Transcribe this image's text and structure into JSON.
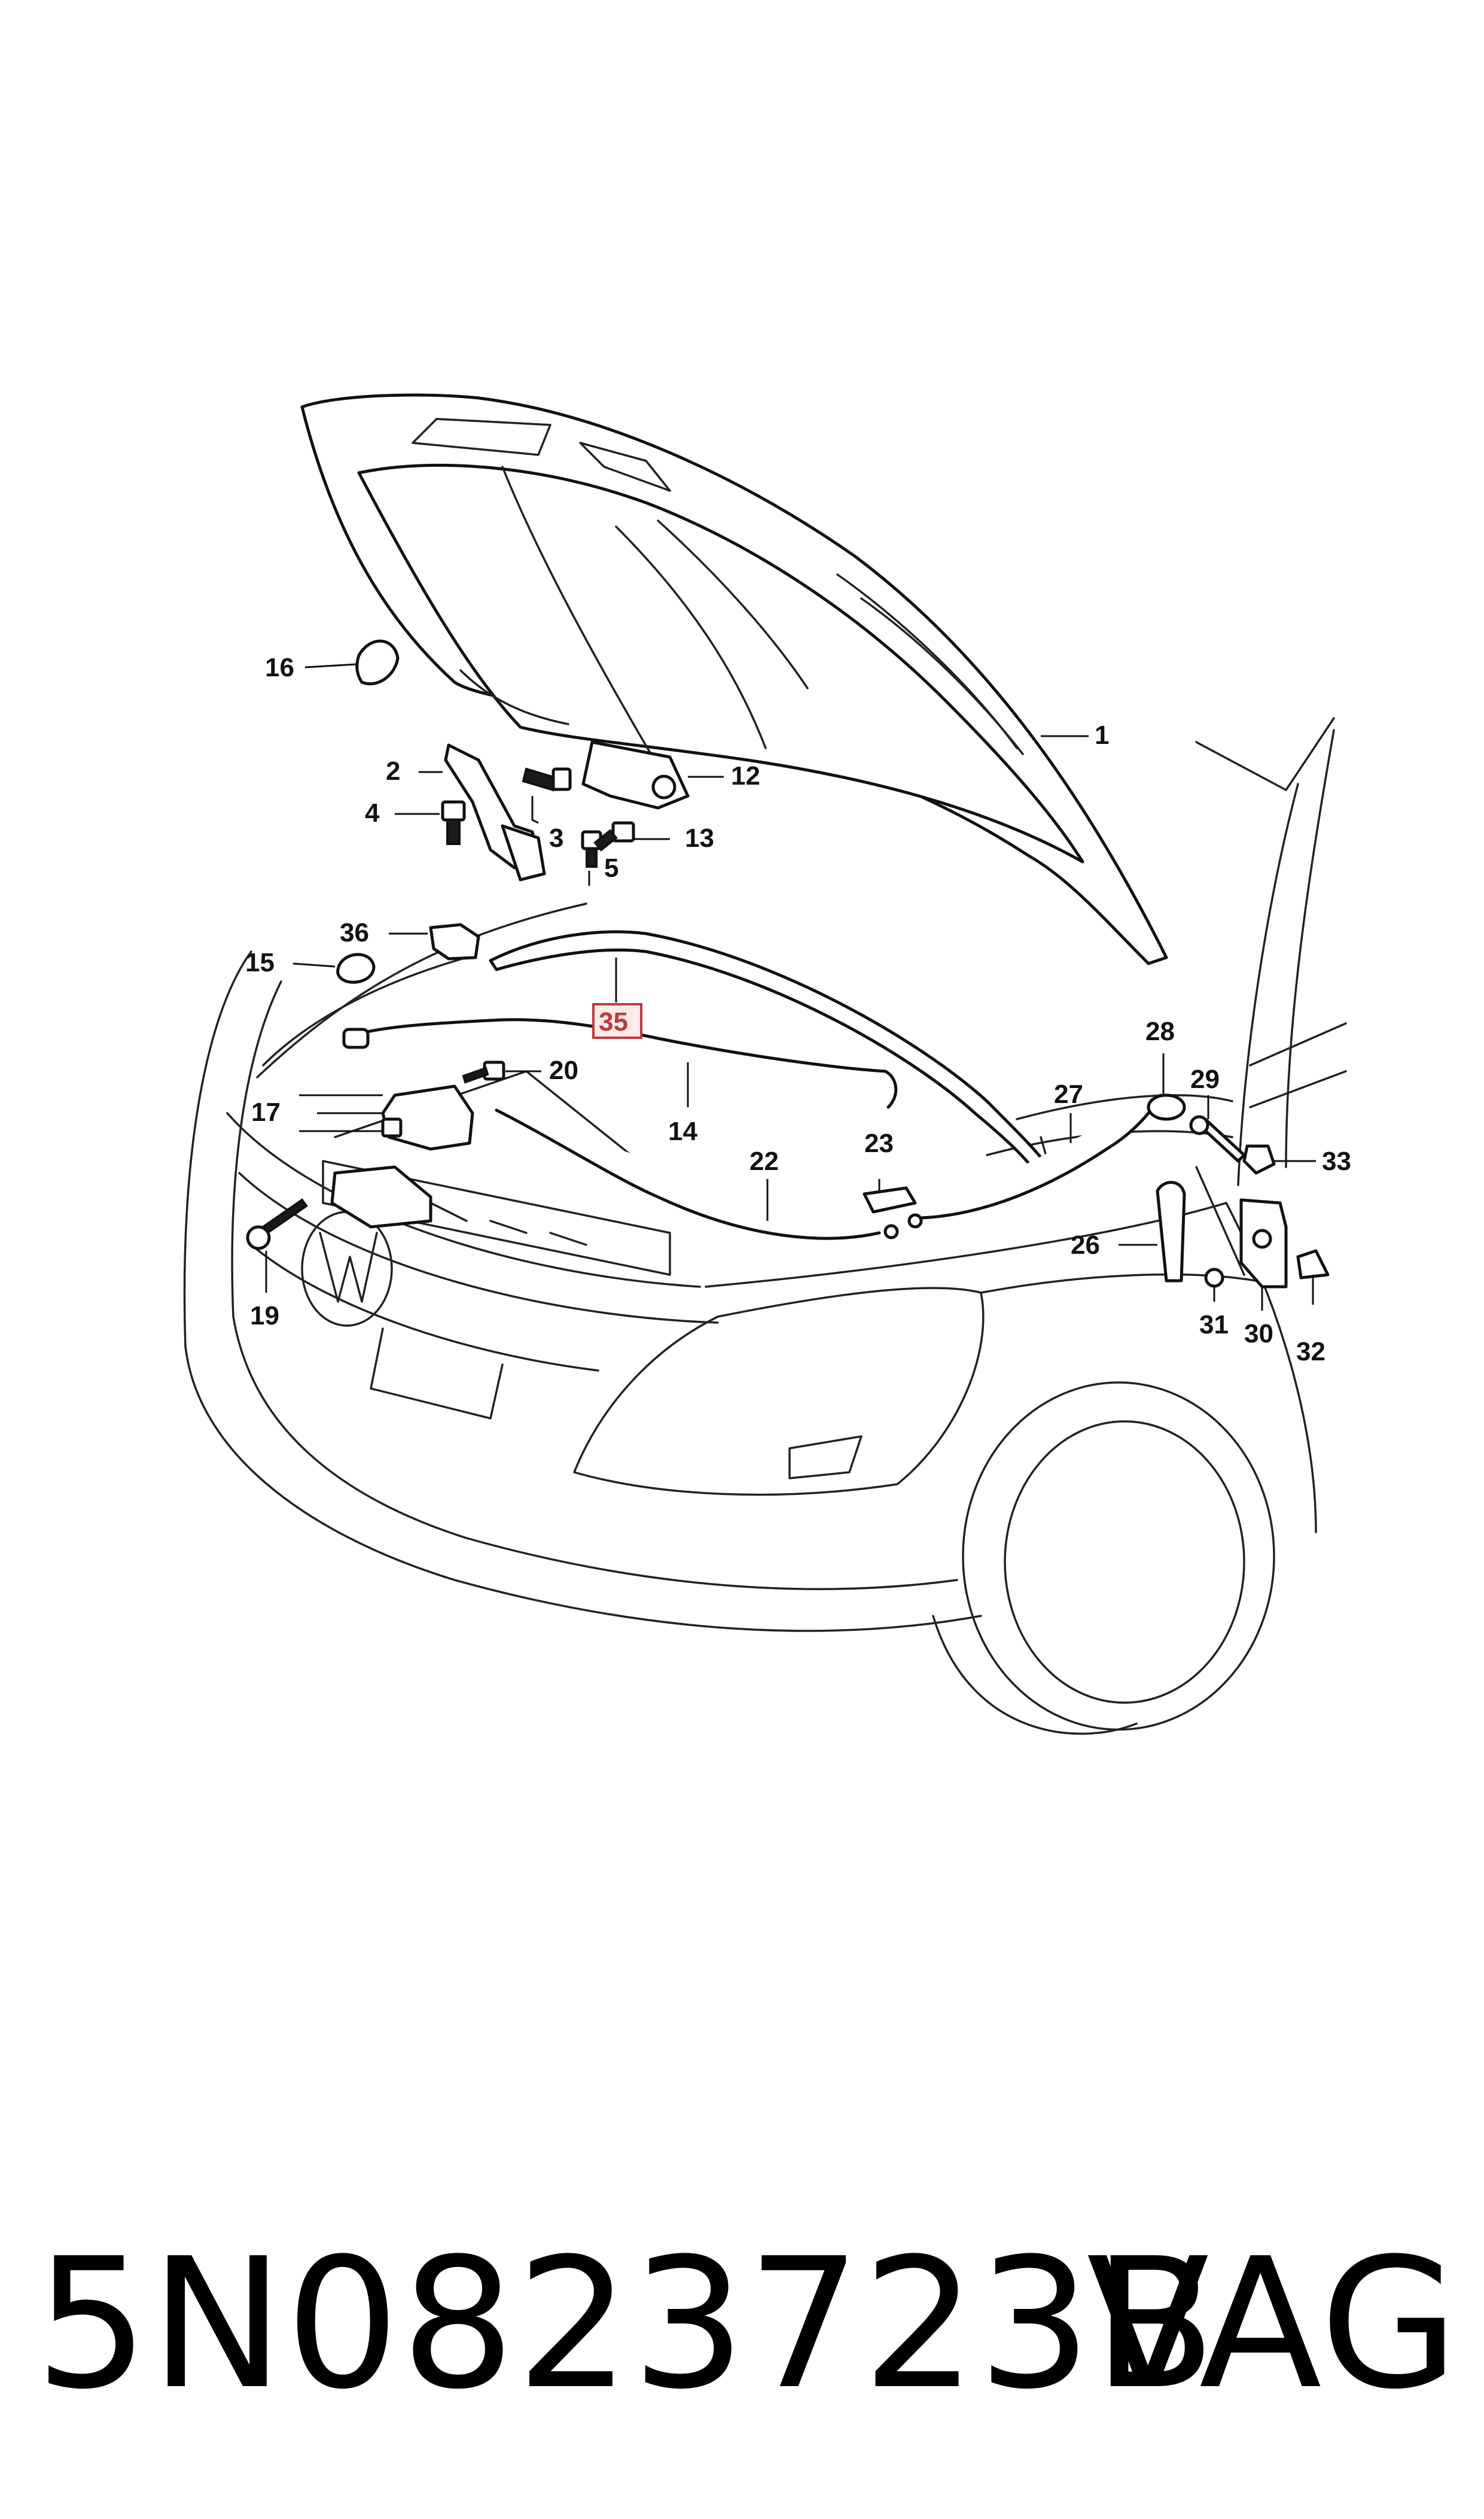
{
  "diagram": {
    "callouts": {
      "c1": "1",
      "c2": "2",
      "c3": "3",
      "c4": "4",
      "c5": "5",
      "c12": "12",
      "c13": "13",
      "c14": "14",
      "c15": "15",
      "c16": "16",
      "c17": "17",
      "c19": "19",
      "c20": "20",
      "c22": "22",
      "c23": "23",
      "c26": "26",
      "c27": "27",
      "c28": "28",
      "c29": "29",
      "c30": "30",
      "c31": "31",
      "c32": "32",
      "c33": "33",
      "c35": "35",
      "c36": "36"
    },
    "highlighted_callout": "35",
    "highlight_color": "#c0393b",
    "highlight_fill": "#fbeaea"
  },
  "footer": {
    "part_number": "5N0823723B",
    "brand": "VAG"
  }
}
